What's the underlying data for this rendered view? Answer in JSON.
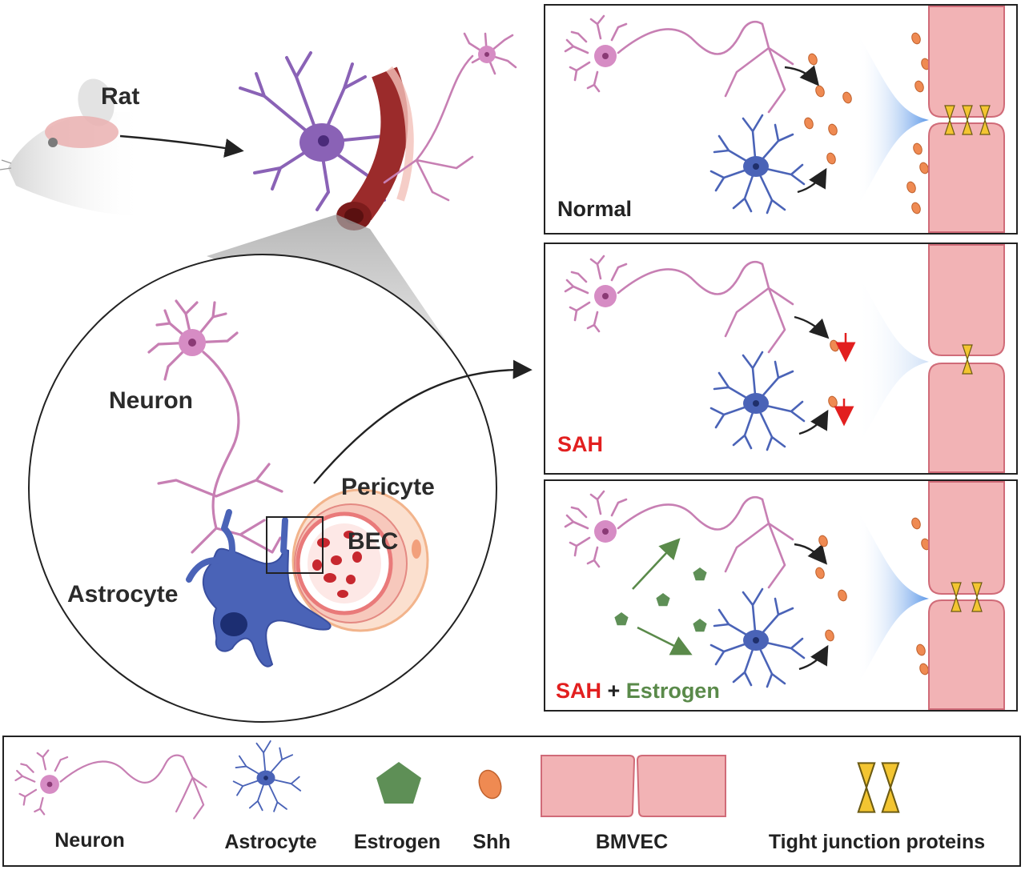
{
  "labels": {
    "rat": "Rat",
    "neuron": "Neuron",
    "pericyte": "Pericyte",
    "bec": "BEC",
    "astrocyte": "Astrocyte"
  },
  "panels": {
    "normal": "Normal",
    "sah": "SAH",
    "sah_estrogen_sah": "SAH",
    "sah_estrogen_plus": " + ",
    "sah_estrogen_estrogen": "Estrogen"
  },
  "legend": {
    "neuron": "Neuron",
    "astrocyte": "Astrocyte",
    "estrogen": "Estrogen",
    "shh": "Shh",
    "bmvec": "BMVEC",
    "tight_junction": "Tight junction proteins"
  },
  "colors": {
    "sah_red": "#e21f1f",
    "estrogen_green": "#5a8a4a",
    "neuron_pink": "#c77fb3",
    "astrocyte_blue": "#4a63b7",
    "shh_orange": "#ef8a52",
    "bmvec_pink": "#f2b3b5",
    "tight_junction_yellow": "#f3c531"
  }
}
